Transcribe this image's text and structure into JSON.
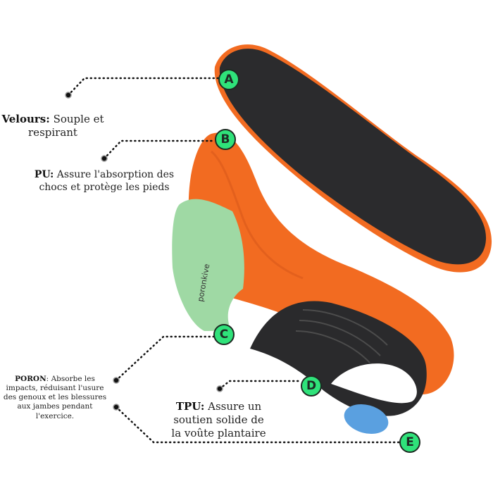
{
  "callouts": [
    {
      "letter": "A",
      "title": "Velours",
      "text": "Souple et respirant"
    },
    {
      "letter": "B",
      "title": "PU",
      "text": "Assure l'absorption des chocs et protège les pieds"
    },
    {
      "letter": "C",
      "title": "PORON",
      "text": "Absorbe les impacts, réduisant l'usure des genoux et les blessures aux jambes pendant l'exercice."
    },
    {
      "letter": "D",
      "title": "TPU",
      "text": "Assure un soutien solide de la voûte plantaire"
    },
    {
      "letter": "E"
    }
  ],
  "brand": "poronkive",
  "colors": {
    "badge": "#2fe27a",
    "velours": "#2b2b2d",
    "pu": "#f26b21",
    "poron": "#9fd9a4",
    "tpu": "#2a2a2c",
    "blue": "#5aa0e0"
  }
}
